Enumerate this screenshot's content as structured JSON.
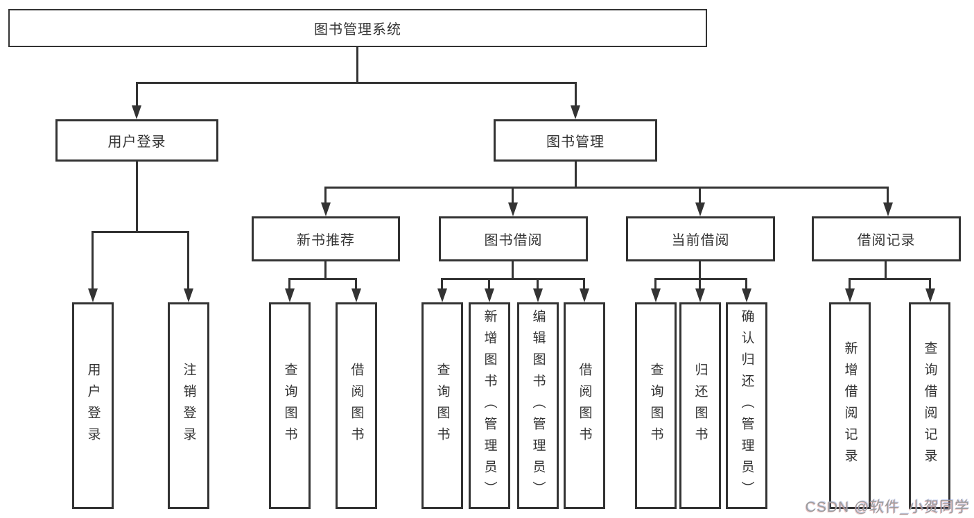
{
  "diagram": {
    "root": {
      "label": "图书管理系统"
    },
    "level2": [
      {
        "label": "用户登录"
      },
      {
        "label": "图书管理"
      }
    ],
    "level3": [
      {
        "label": "新书推荐"
      },
      {
        "label": "图书借阅"
      },
      {
        "label": "当前借阅"
      },
      {
        "label": "借阅记录"
      }
    ],
    "leaves": {
      "login": [
        "用户登录",
        "注销登录"
      ],
      "recommend": [
        "查询图书",
        "借阅图书"
      ],
      "borrow": [
        "查询图书",
        "新增图书（管理员）",
        "编辑图书（管理员）",
        "借阅图书"
      ],
      "current": [
        "查询图书",
        "归还图书",
        "确认归还（管理员）"
      ],
      "records": [
        "新增借阅记录",
        "查询借阅记录"
      ]
    }
  },
  "watermark": {
    "text": "CSDN @软件_小贺同学"
  },
  "colors": {
    "line": "#333333",
    "text": "#333333",
    "background": "#ffffff",
    "watermark": "#9d9d9d"
  }
}
